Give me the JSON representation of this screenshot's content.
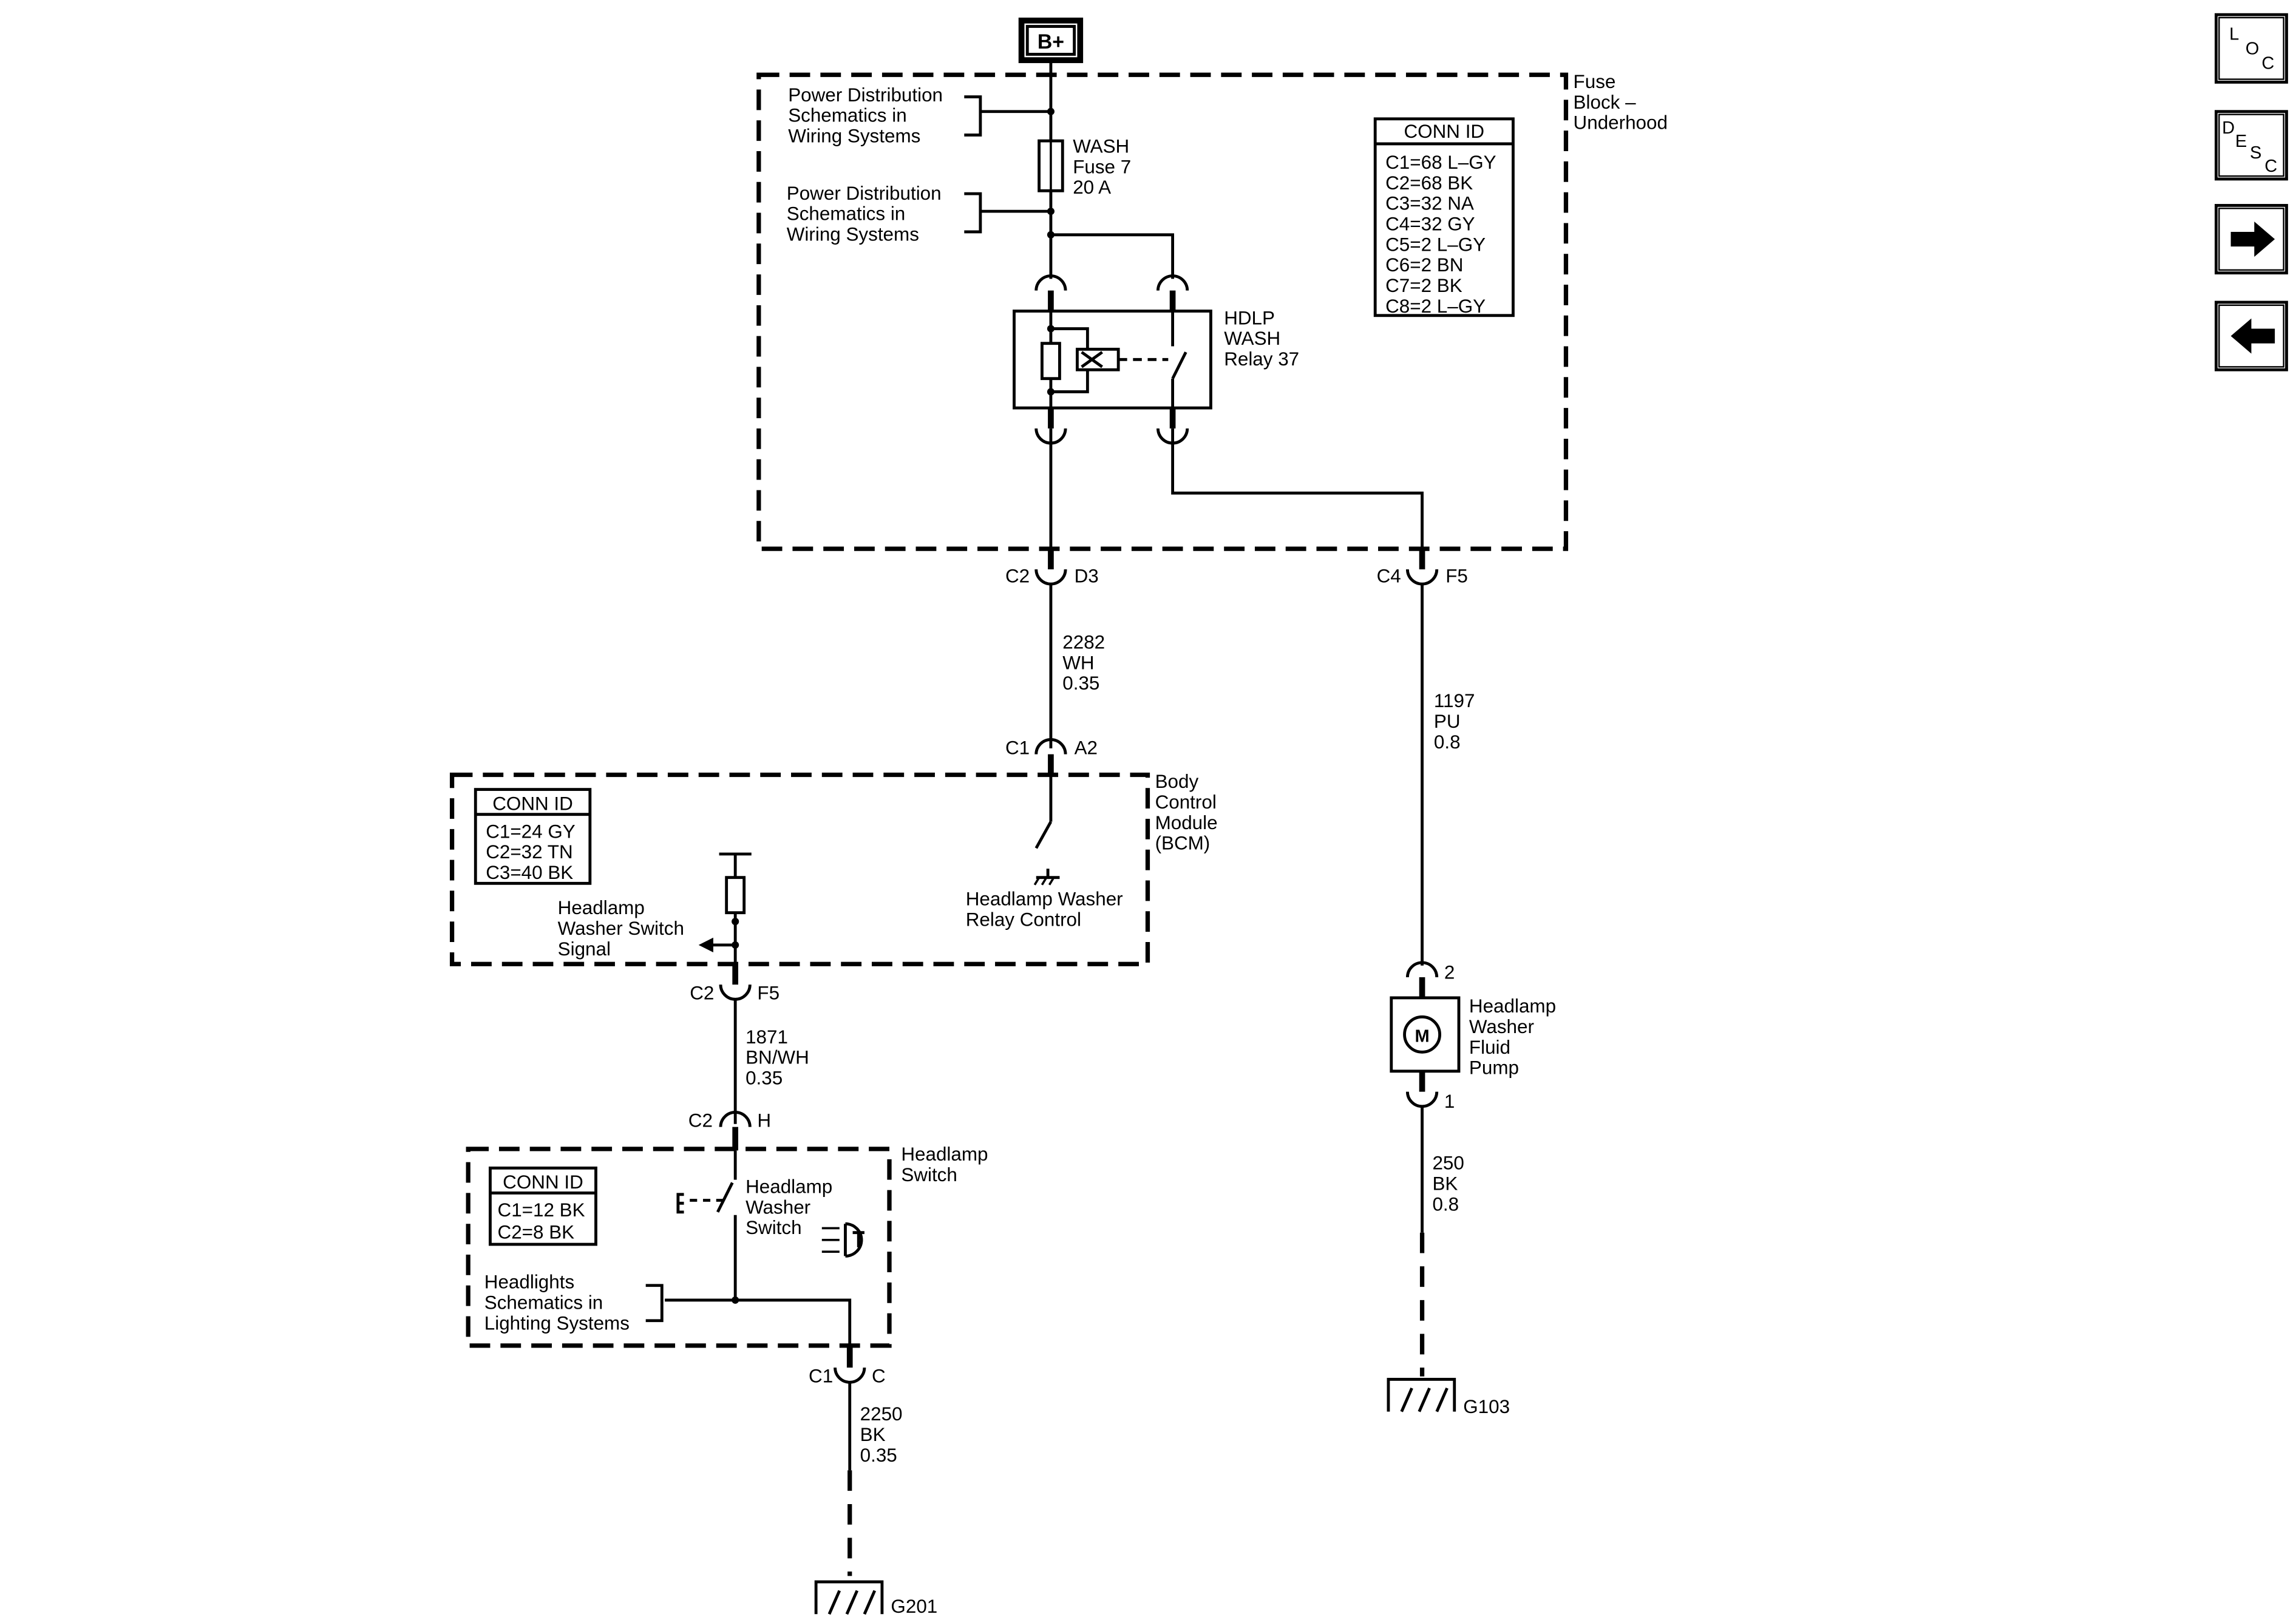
{
  "battery": {
    "label": "B+"
  },
  "fuse_block": {
    "title": [
      "Fuse",
      "Block –",
      "Underhood"
    ],
    "power_dist_1": [
      "Power Distribution",
      "Schematics in",
      "Wiring Systems"
    ],
    "power_dist_2": [
      "Power Distribution",
      "Schematics in",
      "Wiring Systems"
    ],
    "fuse": [
      "WASH",
      "Fuse 7",
      "20 A"
    ],
    "relay": [
      "HDLP",
      "WASH",
      "Relay 37"
    ],
    "conn_id": {
      "header": "CONN ID",
      "rows": [
        "C1=68 L–GY",
        "C2=68 BK",
        "C3=32 NA",
        "C4=32 GY",
        "C5=2 L–GY",
        "C6=2 BN",
        "C7=2 BK",
        "C8=2 L–GY"
      ]
    },
    "conn_left": {
      "connector": "C2",
      "pin": "D3"
    },
    "conn_right": {
      "connector": "C4",
      "pin": "F5"
    }
  },
  "wire_2282": [
    "2282",
    "WH",
    "0.35"
  ],
  "wire_1197": [
    "1197",
    "PU",
    "0.8"
  ],
  "bcm": {
    "title": [
      "Body",
      "Control",
      "Module",
      "(BCM)"
    ],
    "conn_top": {
      "connector": "C1",
      "pin": "A2"
    },
    "conn_bottom": {
      "connector": "C2",
      "pin": "F5"
    },
    "conn_id": {
      "header": "CONN ID",
      "rows": [
        "C1=24 GY",
        "C2=32 TN",
        "C3=40 BK"
      ]
    },
    "relay_control": [
      "Headlamp Washer",
      "Relay Control"
    ],
    "switch_signal": [
      "Headlamp",
      "Washer Switch",
      "Signal"
    ]
  },
  "wire_1871": [
    "1871",
    "BN/WH",
    "0.35"
  ],
  "headlamp_switch": {
    "title": [
      "Headlamp",
      "Switch"
    ],
    "conn_top": {
      "connector": "C2",
      "pin": "H"
    },
    "conn_bottom": {
      "connector": "C1",
      "pin": "C"
    },
    "conn_id": {
      "header": "CONN ID",
      "rows": [
        "C1=12 BK",
        "C2=8 BK"
      ]
    },
    "washer_switch": [
      "Headlamp",
      "Washer",
      "Switch"
    ],
    "headlights_ref": [
      "Headlights",
      "Schematics in",
      "Lighting Systems"
    ]
  },
  "wire_2250": [
    "2250",
    "BK",
    "0.35"
  ],
  "ground_g201": "G201",
  "pump": {
    "label": [
      "Headlamp",
      "Washer",
      "Fluid",
      "Pump"
    ],
    "motor_symbol": "M",
    "pin_top": "2",
    "pin_bottom": "1"
  },
  "wire_250": [
    "250",
    "BK",
    "0.8"
  ],
  "ground_g103": "G103",
  "nav": {
    "loc": {
      "letters": [
        "L",
        "O",
        "C"
      ],
      "icon": "location-icon"
    },
    "desc": {
      "letters": [
        "D",
        "E",
        "S",
        "C"
      ],
      "icon": "description-icon"
    },
    "next": {
      "icon": "arrow-right-icon"
    },
    "prev": {
      "icon": "arrow-left-icon"
    }
  }
}
